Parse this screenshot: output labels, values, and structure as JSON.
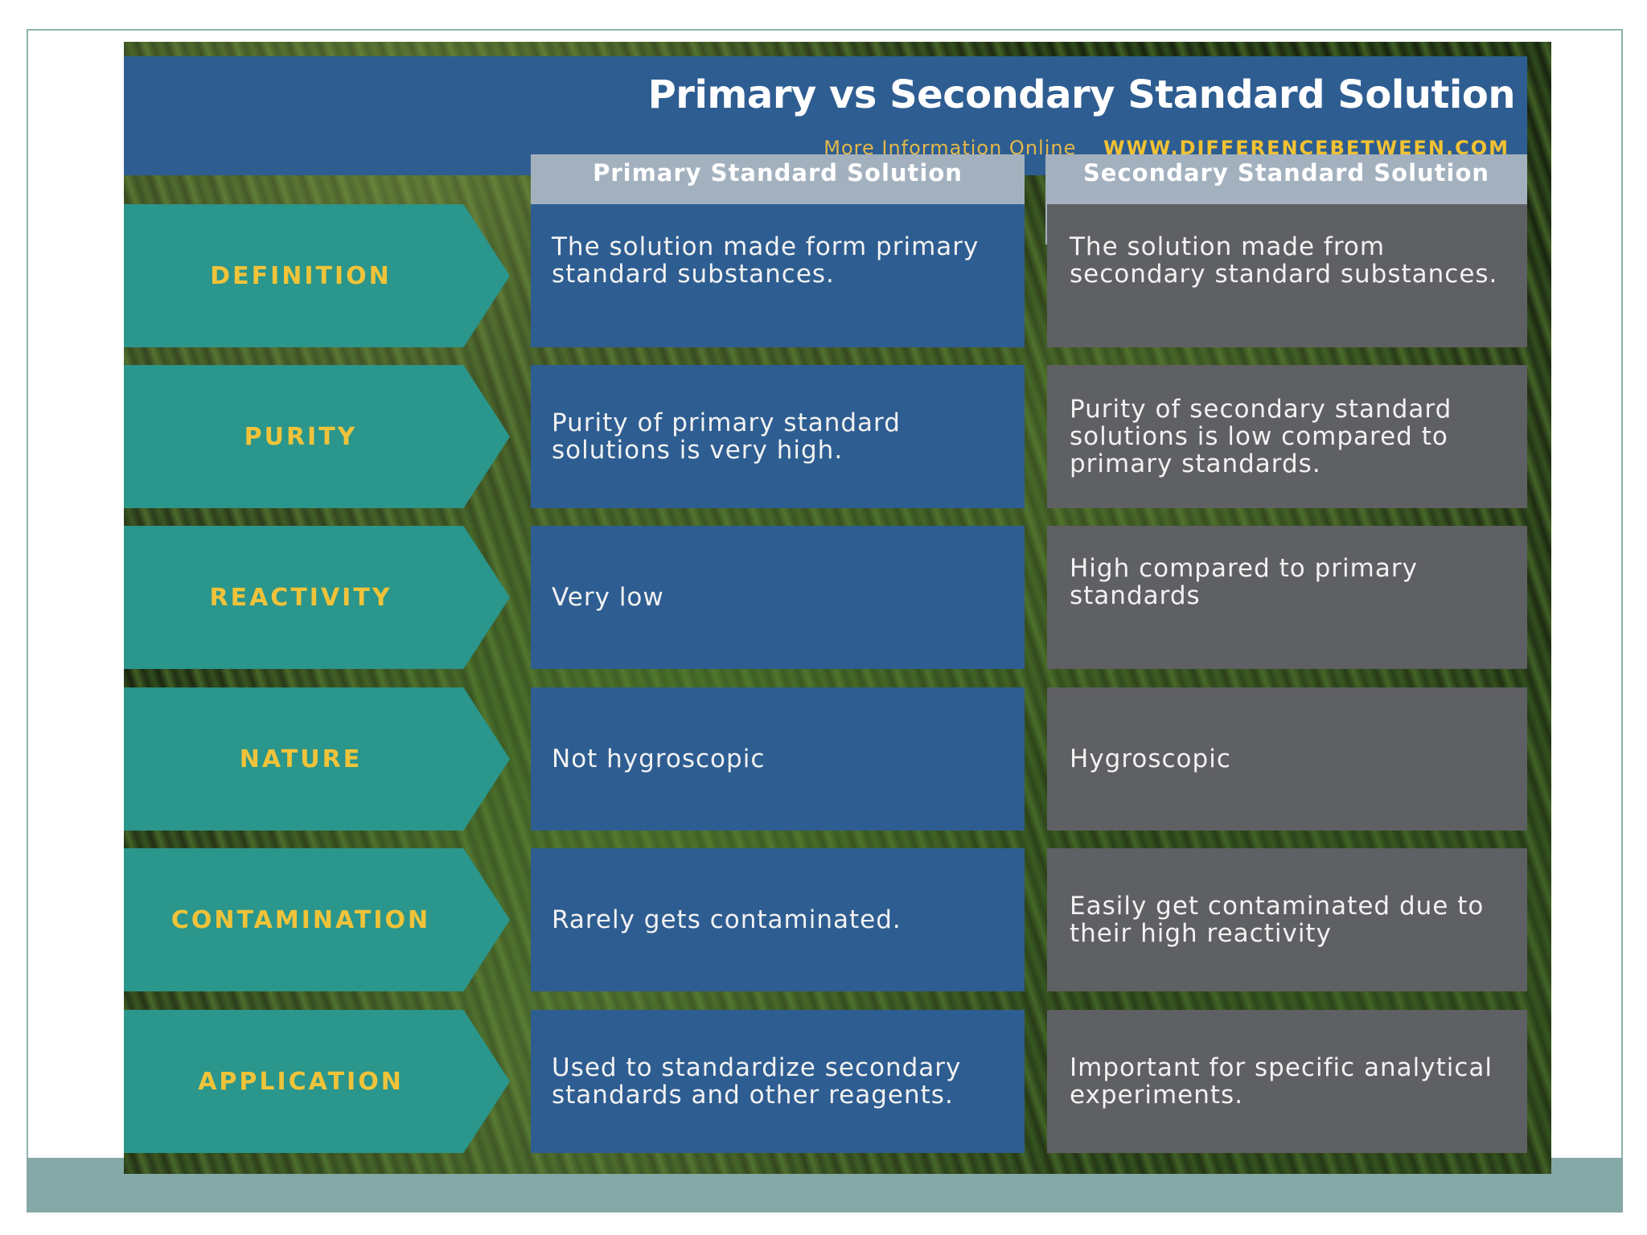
{
  "title": "Primary vs Secondary Standard Solution",
  "more_info": "More Information  Online",
  "website": "WWW.DIFFERENCEBETWEEN.COM",
  "columns": {
    "primary": "Primary Standard Solution",
    "secondary": "Secondary Standard Solution"
  },
  "rows": [
    {
      "label": "DEFINITION",
      "primary": "The solution made form primary standard substances.",
      "secondary": "The solution made from secondary standard substances."
    },
    {
      "label": "PURITY",
      "primary": "Purity of primary standard solutions is very high.",
      "secondary": "Purity of secondary standard solutions is low compared to primary standards."
    },
    {
      "label": "REACTIVITY",
      "primary": "Very low",
      "secondary": "High compared to primary standards"
    },
    {
      "label": "NATURE",
      "primary": "Not hygroscopic",
      "secondary": "Hygroscopic"
    },
    {
      "label": "CONTAMINATION",
      "primary": "Rarely gets contaminated.",
      "secondary": "Easily get contaminated due to their high reactivity"
    },
    {
      "label": "APPLICATION",
      "primary": "Used to standardize secondary standards and other reagents.",
      "secondary": "Important for specific analytical experiments."
    }
  ],
  "colors": {
    "title_bar": "#2e5d91",
    "label_teal": "#2a968c",
    "label_text": "#f0c33a",
    "primary_cell": "#2e5d91",
    "secondary_cell": "#5f6063",
    "header_cell": "#a3b1bf"
  }
}
